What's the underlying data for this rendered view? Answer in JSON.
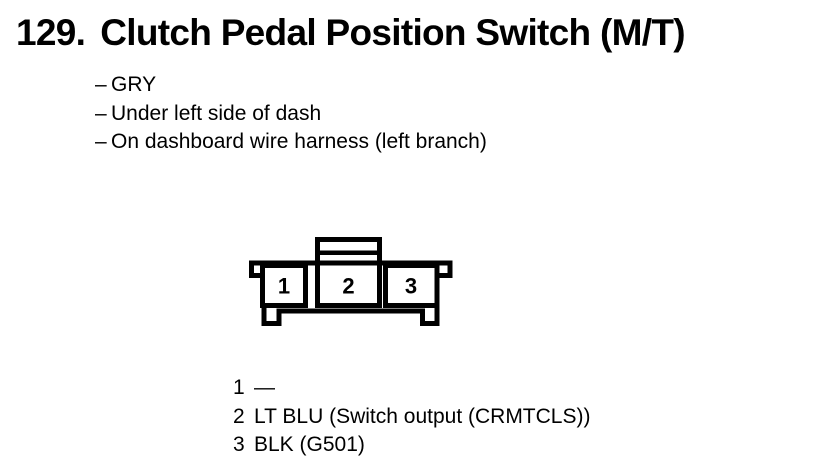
{
  "header": {
    "number": "129.",
    "title": "Clutch Pedal Position Switch (M/T)"
  },
  "details": [
    {
      "dash": "–",
      "text": "GRY"
    },
    {
      "dash": "–",
      "text": "Under left side of dash"
    },
    {
      "dash": "–",
      "text": "On dashboard wire harness (left branch)"
    }
  ],
  "connector": {
    "description": "3-cavity connector, front view, lock tab on top",
    "cavity_labels": [
      "1",
      "2",
      "3"
    ],
    "line_color": "#000000",
    "fill_color": "#ffffff"
  },
  "pinout": [
    {
      "pin": "1",
      "wire": "—"
    },
    {
      "pin": "2",
      "wire": "LT BLU (Switch output (CRMTCLS))"
    },
    {
      "pin": "3",
      "wire": "BLK (G501)"
    }
  ]
}
